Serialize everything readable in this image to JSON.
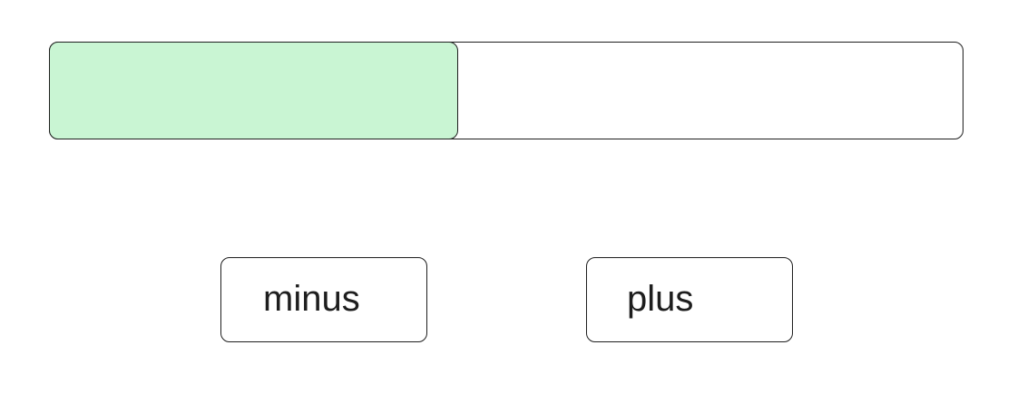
{
  "progress": {
    "value": 0.447,
    "fill_color": "#c9f5d3"
  },
  "controls": {
    "minus_label": "minus",
    "plus_label": "plus"
  }
}
